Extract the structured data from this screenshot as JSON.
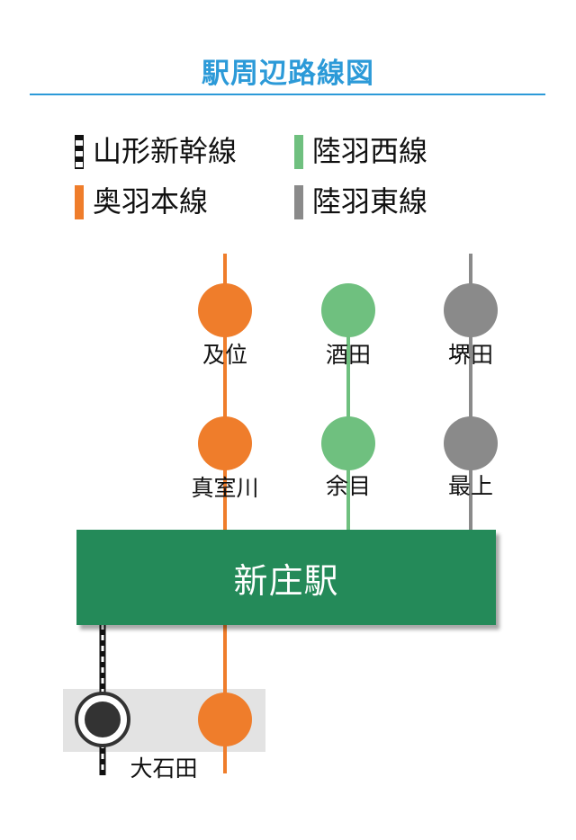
{
  "title": "駅周辺路線図",
  "legend": [
    {
      "key": "yamagata_shinkansen",
      "label": "山形新幹線",
      "color": "#111111",
      "pattern": "dashed-black-white"
    },
    {
      "key": "rikuu_west",
      "label": "陸羽西線",
      "color": "#6fc07f"
    },
    {
      "key": "ou_main",
      "label": "奥羽本線",
      "color": "#ef7d2b"
    },
    {
      "key": "rikuu_east",
      "label": "陸羽東線",
      "color": "#8a8a8a"
    }
  ],
  "main_station": {
    "label": "新庄駅",
    "color": "#248a59"
  },
  "stations": {
    "oi": "及位",
    "sakata": "酒田",
    "sakaida": "堺田",
    "mamurogawa": "真室川",
    "amarume": "余目",
    "mogami": "最上",
    "oishida": "大石田"
  },
  "colors": {
    "ou_main": "#ef7d2b",
    "rikuu_west": "#6fc07f",
    "rikuu_east": "#8a8a8a",
    "shinkansen": "#111111",
    "transfer_highlight": "#e3e3e3",
    "accent": "#2c9ad8"
  }
}
